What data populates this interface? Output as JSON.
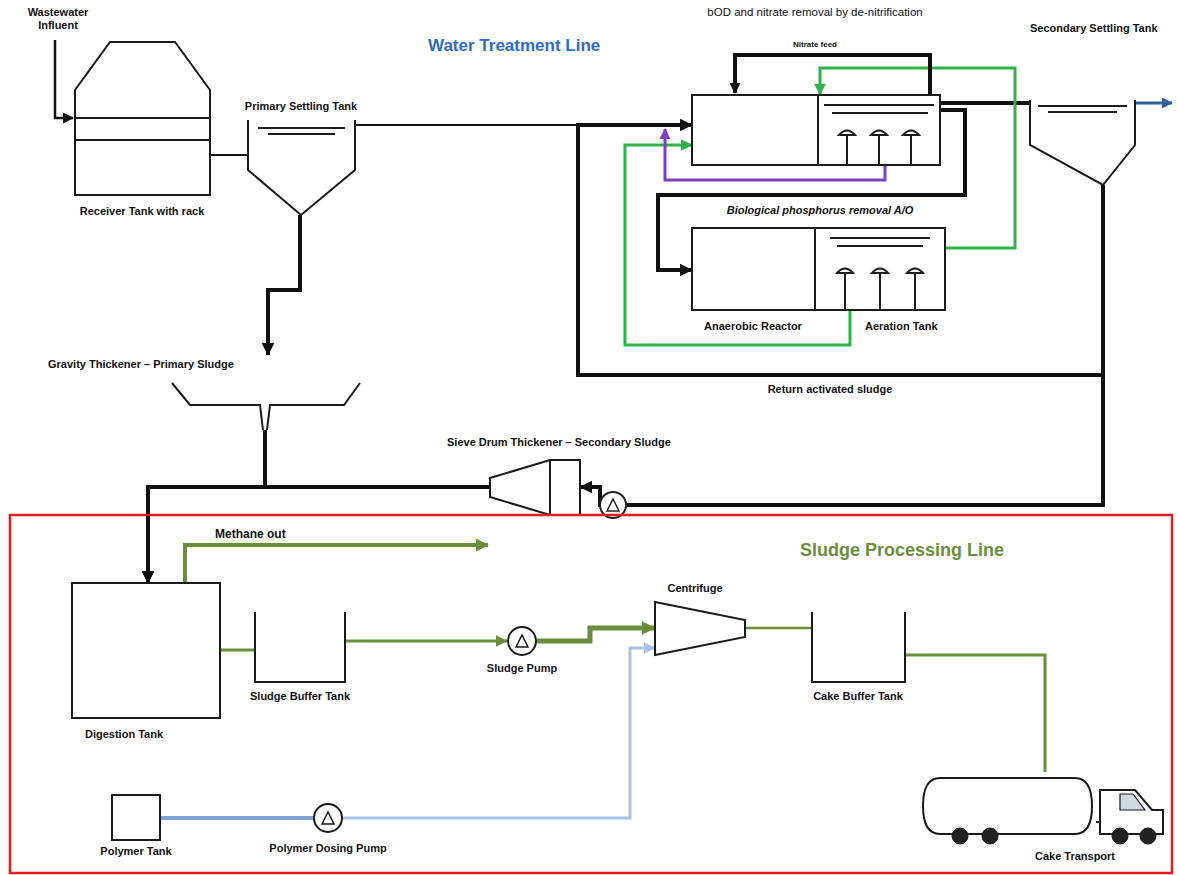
{
  "diagram": {
    "nodes": [
      {
        "text": [
          "Receiver Tank with rack"
        ]
      },
      {
        "text": [
          "Primary Settling Tank"
        ]
      },
      {
        "text": [
          "bOD and nitrate removal by de-nitrification"
        ]
      },
      {
        "text": [
          "Secondary Settling Tank"
        ]
      },
      {
        "text": [
          "Anaerobic Reactor"
        ]
      },
      {
        "text": [
          "Aeration Tank"
        ]
      },
      {
        "text": [
          "Gravity Thickener – Primary Sludge"
        ]
      },
      {
        "text": [
          "Sieve Drum Thickener – Secondary Sludge"
        ]
      },
      {
        "text": [
          "Sludge Processing Line"
        ]
      },
      {
        "text": [
          "Digestion Tank"
        ],
        "in": 8
      },
      {
        "text": [
          "Sludge Buffer Tank"
        ],
        "in": 8
      },
      {
        "text": [
          "Sludge Pump"
        ],
        "in": 8
      },
      {
        "text": [
          "Centrifuge"
        ],
        "in": 8
      },
      {
        "text": [
          "Cake Buffer Tank"
        ],
        "in": 8
      },
      {
        "text": [
          "Cake Transport"
        ],
        "in": 8
      },
      {
        "text": [
          "Polymer Tank"
        ],
        "in": 8
      },
      {
        "text": [
          "Polymer Dosing Pump"
        ],
        "in": 8
      }
    ],
    "edges": [
      {
        "from": 0,
        "to": 1,
        "arrow": "none"
      },
      {
        "from": 1,
        "to": 2,
        "arrow": "none"
      },
      {
        "from": 2,
        "to": 3,
        "arrow": "none"
      },
      {
        "from": 3,
        "to": 2,
        "label": "Return activated sludge",
        "arrow": "to"
      },
      {
        "from": 2,
        "to": 4,
        "arrow": "to"
      },
      {
        "from": 5,
        "to": 2,
        "arrow": "to"
      },
      {
        "from": 5,
        "to": 2,
        "arrow": "to"
      },
      {
        "from": 1,
        "to": 6,
        "arrow": "to"
      },
      {
        "from": 3,
        "to": 7,
        "arrow": "to"
      },
      {
        "from": 6,
        "to": 9,
        "arrow": "to"
      },
      {
        "from": 7,
        "to": 9,
        "arrow": "to"
      },
      {
        "from": 9,
        "to": 10,
        "arrow": "none"
      },
      {
        "from": 10,
        "to": 11,
        "arrow": "to"
      },
      {
        "from": 11,
        "to": 12,
        "arrow": "to"
      },
      {
        "from": 15,
        "to": 16,
        "arrow": "none"
      },
      {
        "from": 16,
        "to": 12,
        "arrow": "to"
      },
      {
        "from": 12,
        "to": 13,
        "arrow": "none"
      },
      {
        "from": 13,
        "to": 14,
        "arrow": "none"
      }
    ],
    "labels": [
      "Wastewater Influent",
      "Water Treatment Line",
      "Nitrate feed",
      "Biological phosphorus removal A/O",
      "Methane out"
    ]
  }
}
